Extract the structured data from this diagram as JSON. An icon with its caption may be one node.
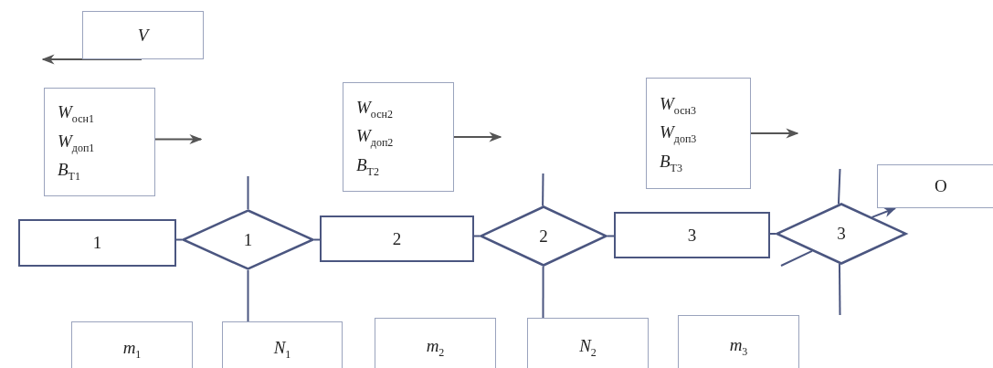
{
  "diagram": {
    "nodes": [
      {
        "text": [
          "V"
        ]
      },
      {
        "text": [
          "*W*$_{осн1}$",
          "*W*$_{доп1}$",
          "*B*$_{Т1}$"
        ]
      },
      {
        "text": [
          "*W*$_{осн2}$",
          "*W*$_{доп2}$",
          "*B*$_{Т2}$"
        ]
      },
      {
        "text": [
          "*W*$_{осн3}$",
          "*W*$_{доп3}$",
          "*B*$_{Т3}$"
        ]
      },
      {
        "text": [
          "O"
        ]
      },
      {
        "text": [
          "1"
        ]
      },
      {
        "text": [
          "1"
        ]
      },
      {
        "text": [
          "2"
        ]
      },
      {
        "text": [
          "2"
        ]
      },
      {
        "text": [
          "3"
        ]
      },
      {
        "text": [
          "3"
        ]
      },
      {
        "text": [
          "*m*$_{1}$"
        ]
      },
      {
        "text": [
          "*N*$_{1}$"
        ]
      },
      {
        "text": [
          "*m*$_{2}$"
        ]
      },
      {
        "text": [
          "*N*$_{2}$"
        ]
      },
      {
        "text": [
          "*m*$_{3}$"
        ]
      }
    ],
    "edges": [
      {
        "from": 0,
        "to": null,
        "arrow": "to",
        "color": "#555555"
      },
      {
        "from": 1,
        "to": null,
        "arrow": "to",
        "color": "#555555"
      },
      {
        "from": 2,
        "to": null,
        "arrow": "to",
        "color": "#555555"
      },
      {
        "from": 3,
        "to": null,
        "arrow": "to",
        "color": "#555555"
      },
      {
        "from": 5,
        "to": 6,
        "arrow": "none"
      },
      {
        "from": 6,
        "to": 7,
        "arrow": "none"
      },
      {
        "from": 7,
        "to": 8,
        "arrow": "none"
      },
      {
        "from": 8,
        "to": 9,
        "arrow": "none"
      },
      {
        "from": 9,
        "to": 10,
        "arrow": "none"
      },
      {
        "from": 6,
        "to": null,
        "arrow": "none"
      },
      {
        "from": 6,
        "to": 12,
        "arrow": "none"
      },
      {
        "from": 8,
        "to": null,
        "arrow": "none"
      },
      {
        "from": 8,
        "to": 14,
        "arrow": "none"
      },
      {
        "from": 10,
        "to": null,
        "arrow": "none"
      },
      {
        "from": 10,
        "to": null,
        "arrow": "none"
      },
      {
        "from": null,
        "to": 10,
        "arrow": "none"
      },
      {
        "from": 10,
        "to": 4,
        "arrow": "to"
      }
    ]
  }
}
